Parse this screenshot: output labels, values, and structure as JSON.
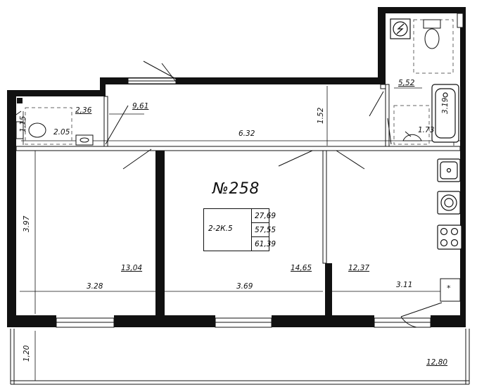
{
  "apartment": {
    "number": "№258",
    "type": "2-2К.5",
    "areas": [
      "27,69",
      "57,55",
      "61,39"
    ]
  },
  "room_areas": {
    "bathroom_small": "2,36",
    "hallway": "9,61",
    "bathroom_large": "5,52",
    "room_left": "13,04",
    "room_middle": "14,65",
    "kitchen": "12,37",
    "balcony": "12,80"
  },
  "dimensions": {
    "bath_small_width": "2.05",
    "bath_small_depth": "1.15",
    "hall_length": "6.32",
    "hall_depth": "1.52",
    "bath_large_depth": "3.19",
    "bath_large_width": "1.73",
    "room_depth": "3.97",
    "room_left_width": "3.28",
    "room_middle_width": "3.69",
    "kitchen_width": "3.11",
    "balcony_depth": "1,20"
  },
  "symbols": {
    "vent_mark": "*"
  },
  "icons": [
    "electric-panel-icon",
    "toilet-icon",
    "bathtub-icon",
    "sink-icon",
    "kitchen-sink-icon",
    "washing-machine-icon",
    "stove-icon"
  ]
}
